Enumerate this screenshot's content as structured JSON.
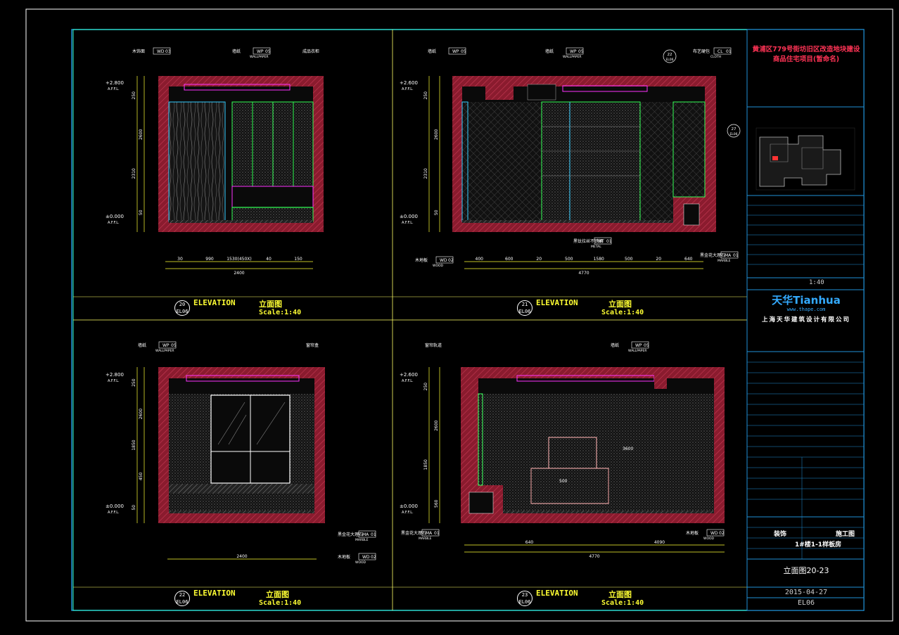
{
  "colors": {
    "background": "#000000",
    "frame": "#1f8fd6",
    "sheet_border": "#ffffff",
    "wall_fill": "#8a1b2e",
    "wall_hatch": "#c83a55",
    "dim_line": "#ffff33",
    "label_text": "#ffffff",
    "magenta": "#ff33ff",
    "cyan": "#33ccff",
    "green": "#33ff55",
    "brand": "#33aaff"
  },
  "project": {
    "name_line1": "黄浦区779号街坊旧区改造地块建设",
    "name_line2": "商品住宅项目(暂命名)"
  },
  "titleblock": {
    "company_logo": "天华Tianhua",
    "company_url": "www.thape.com",
    "company_cn": "上海天华建筑设计有限公司",
    "scale": "1:40",
    "stage_cn": "装饰",
    "stage_status": "施工图",
    "building": "1#楼1-1样板房",
    "drawing_title": "立面图20-23",
    "date": "2015-04-27",
    "drawing_no": "EL06"
  },
  "views": [
    {
      "title": "ELEVATION",
      "title_cn": "立面图",
      "scale_label": "Scale:1:40",
      "number": "20",
      "sheet": "EL06",
      "levels": [
        "+2.800",
        "±0.000"
      ],
      "level_sub": "A.F.F.L.",
      "vertical_dims": [
        "250",
        "2600",
        "2310",
        "50"
      ],
      "horizontal_dims": [
        "30",
        "990",
        "1530(450X)",
        "40",
        "150",
        "2400"
      ],
      "tags": [
        {
          "code": "WD",
          "num": "03",
          "label": "木饰面"
        },
        {
          "code": "WP",
          "num": "05",
          "label": "墙纸",
          "sub": "WALLPAPER"
        },
        {
          "code": "",
          "num": "",
          "label": "成品衣柜"
        }
      ]
    },
    {
      "title": "ELEVATION",
      "title_cn": "立面图",
      "scale_label": "Scale:1:40",
      "number": "21",
      "sheet": "EL06",
      "levels": [
        "+2.600",
        "±0.000"
      ],
      "level_sub": "A.F.F.L.",
      "vertical_dims": [
        "250",
        "2600",
        "2310",
        "50"
      ],
      "horizontal_dims": [
        "400",
        "600",
        "20",
        "500",
        "1580",
        "500",
        "20",
        "640",
        "4770"
      ],
      "tags": [
        {
          "code": "WP",
          "num": "05",
          "label": "墙纸"
        },
        {
          "code": "WP",
          "num": "05",
          "label": "墙纸",
          "sub": "WALLPAPER"
        },
        {
          "code": "CL",
          "num": "01",
          "label": "布艺硬包",
          "sub": "CLOTH"
        },
        {
          "code": "MT",
          "num": "01",
          "label": "黑钛拉丝不锈钢",
          "sub": "METAL"
        },
        {
          "code": "MA",
          "num": "01",
          "label": "黑金花大理石",
          "sub": "MARBLE"
        },
        {
          "code": "WD",
          "num": "02",
          "label": "木地板",
          "sub": "WOOD"
        }
      ],
      "callouts": [
        "22",
        "27"
      ]
    },
    {
      "title": "ELEVATION",
      "title_cn": "立面图",
      "scale_label": "Scale:1:40",
      "number": "22",
      "sheet": "EL06",
      "levels": [
        "+2.800",
        "±0.000"
      ],
      "level_sub": "A.F.F.L.",
      "vertical_dims": [
        "250",
        "2600",
        "1850",
        "450",
        "50"
      ],
      "horizontal_dims": [
        "2400"
      ],
      "tags": [
        {
          "code": "WP",
          "num": "05",
          "label": "墙纸",
          "sub": "WALLPAPER"
        },
        {
          "code": "",
          "num": "",
          "label": "窗帘盒"
        },
        {
          "code": "MA",
          "num": "01",
          "label": "黑金花大理石",
          "sub": "MARBLE"
        },
        {
          "code": "WD",
          "num": "02",
          "label": "木地板",
          "sub": "WOOD"
        }
      ]
    },
    {
      "title": "ELEVATION",
      "title_cn": "立面图",
      "scale_label": "Scale:1:40",
      "number": "23",
      "sheet": "EL06",
      "levels": [
        "+2.600",
        "±0.000"
      ],
      "level_sub": "A.F.F.L.",
      "vertical_dims": [
        "250",
        "2600",
        "1850",
        "560"
      ],
      "horizontal_dims": [
        "640",
        "4090",
        "4770"
      ],
      "tags": [
        {
          "code": "",
          "num": "",
          "label": "窗帘轨道"
        },
        {
          "code": "WP",
          "num": "05",
          "label": "墙纸",
          "sub": "WALLPAPER"
        },
        {
          "code": "MA",
          "num": "01",
          "label": "黑金花大理石",
          "sub": "MARBLE"
        },
        {
          "code": "WD",
          "num": "02",
          "label": "木地板",
          "sub": "WOOD"
        }
      ],
      "notes": [
        "3600",
        "500"
      ]
    }
  ]
}
